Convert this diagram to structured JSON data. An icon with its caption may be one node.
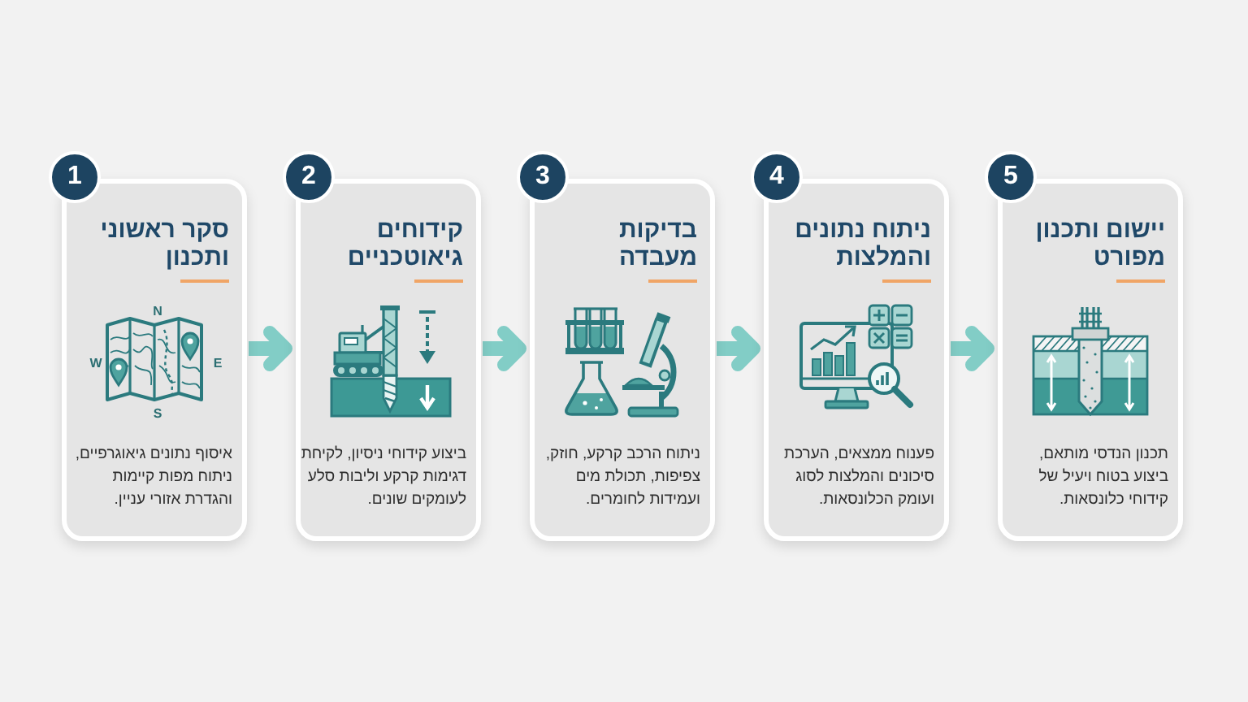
{
  "diagram": {
    "nodes": [
      {
        "text": [
          "1",
          "סקר ראשוני ותכנון",
          "איסוף נתונים גיאוגרפיים, ניתוח מפות קיימות והגדרת אזורי עניין."
        ]
      },
      {
        "text": [
          "2",
          "קידוחים גיאוטכניים",
          "ביצוע קידוחי ניסיון, לקיחת דגימות קרקע וליבות סלע לעומקים שונים."
        ]
      },
      {
        "text": [
          "3",
          "בדיקות מעבדה",
          "ניתוח הרכב קרקע, חוזק, צפיפות, תכולת מים ועמידות לחומרים."
        ]
      },
      {
        "text": [
          "4",
          "ניתוח נתונים והמלצות",
          "פענוח ממצאים, הערכת סיכונים והמלצות לסוג ועומק הכלונסאות."
        ]
      },
      {
        "text": [
          "5",
          "יישום ותכנון מפורט",
          "תכנון הנדסי מותאם, ביצוע בטוח ויעיל של קידוחי כלונסאות."
        ]
      }
    ],
    "edges": [
      {
        "from": 0,
        "to": 1,
        "arrow": "to"
      },
      {
        "from": 1,
        "to": 2,
        "arrow": "to"
      },
      {
        "from": 2,
        "to": 3,
        "arrow": "to"
      },
      {
        "from": 3,
        "to": 4,
        "arrow": "to"
      }
    ],
    "labels": [
      "N",
      "W",
      "E",
      "S"
    ]
  }
}
